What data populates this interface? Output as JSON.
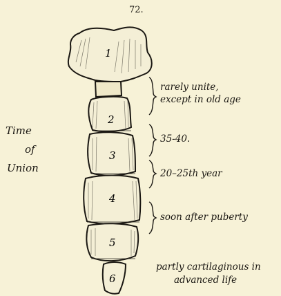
{
  "page_number": "72.",
  "side_label": {
    "line1": "Time",
    "line2": "of",
    "line3": "Union"
  },
  "segments": [
    "1",
    "2",
    "3",
    "4",
    "5",
    "6"
  ],
  "annotations": {
    "a1_line1": "rarely unite,",
    "a1_line2": "except in old age",
    "a2": "35-40.",
    "a3": "20–25th year",
    "a4": "soon after puberty",
    "a5_line1": "partly cartilaginous in",
    "a5_line2": "advanced life"
  }
}
